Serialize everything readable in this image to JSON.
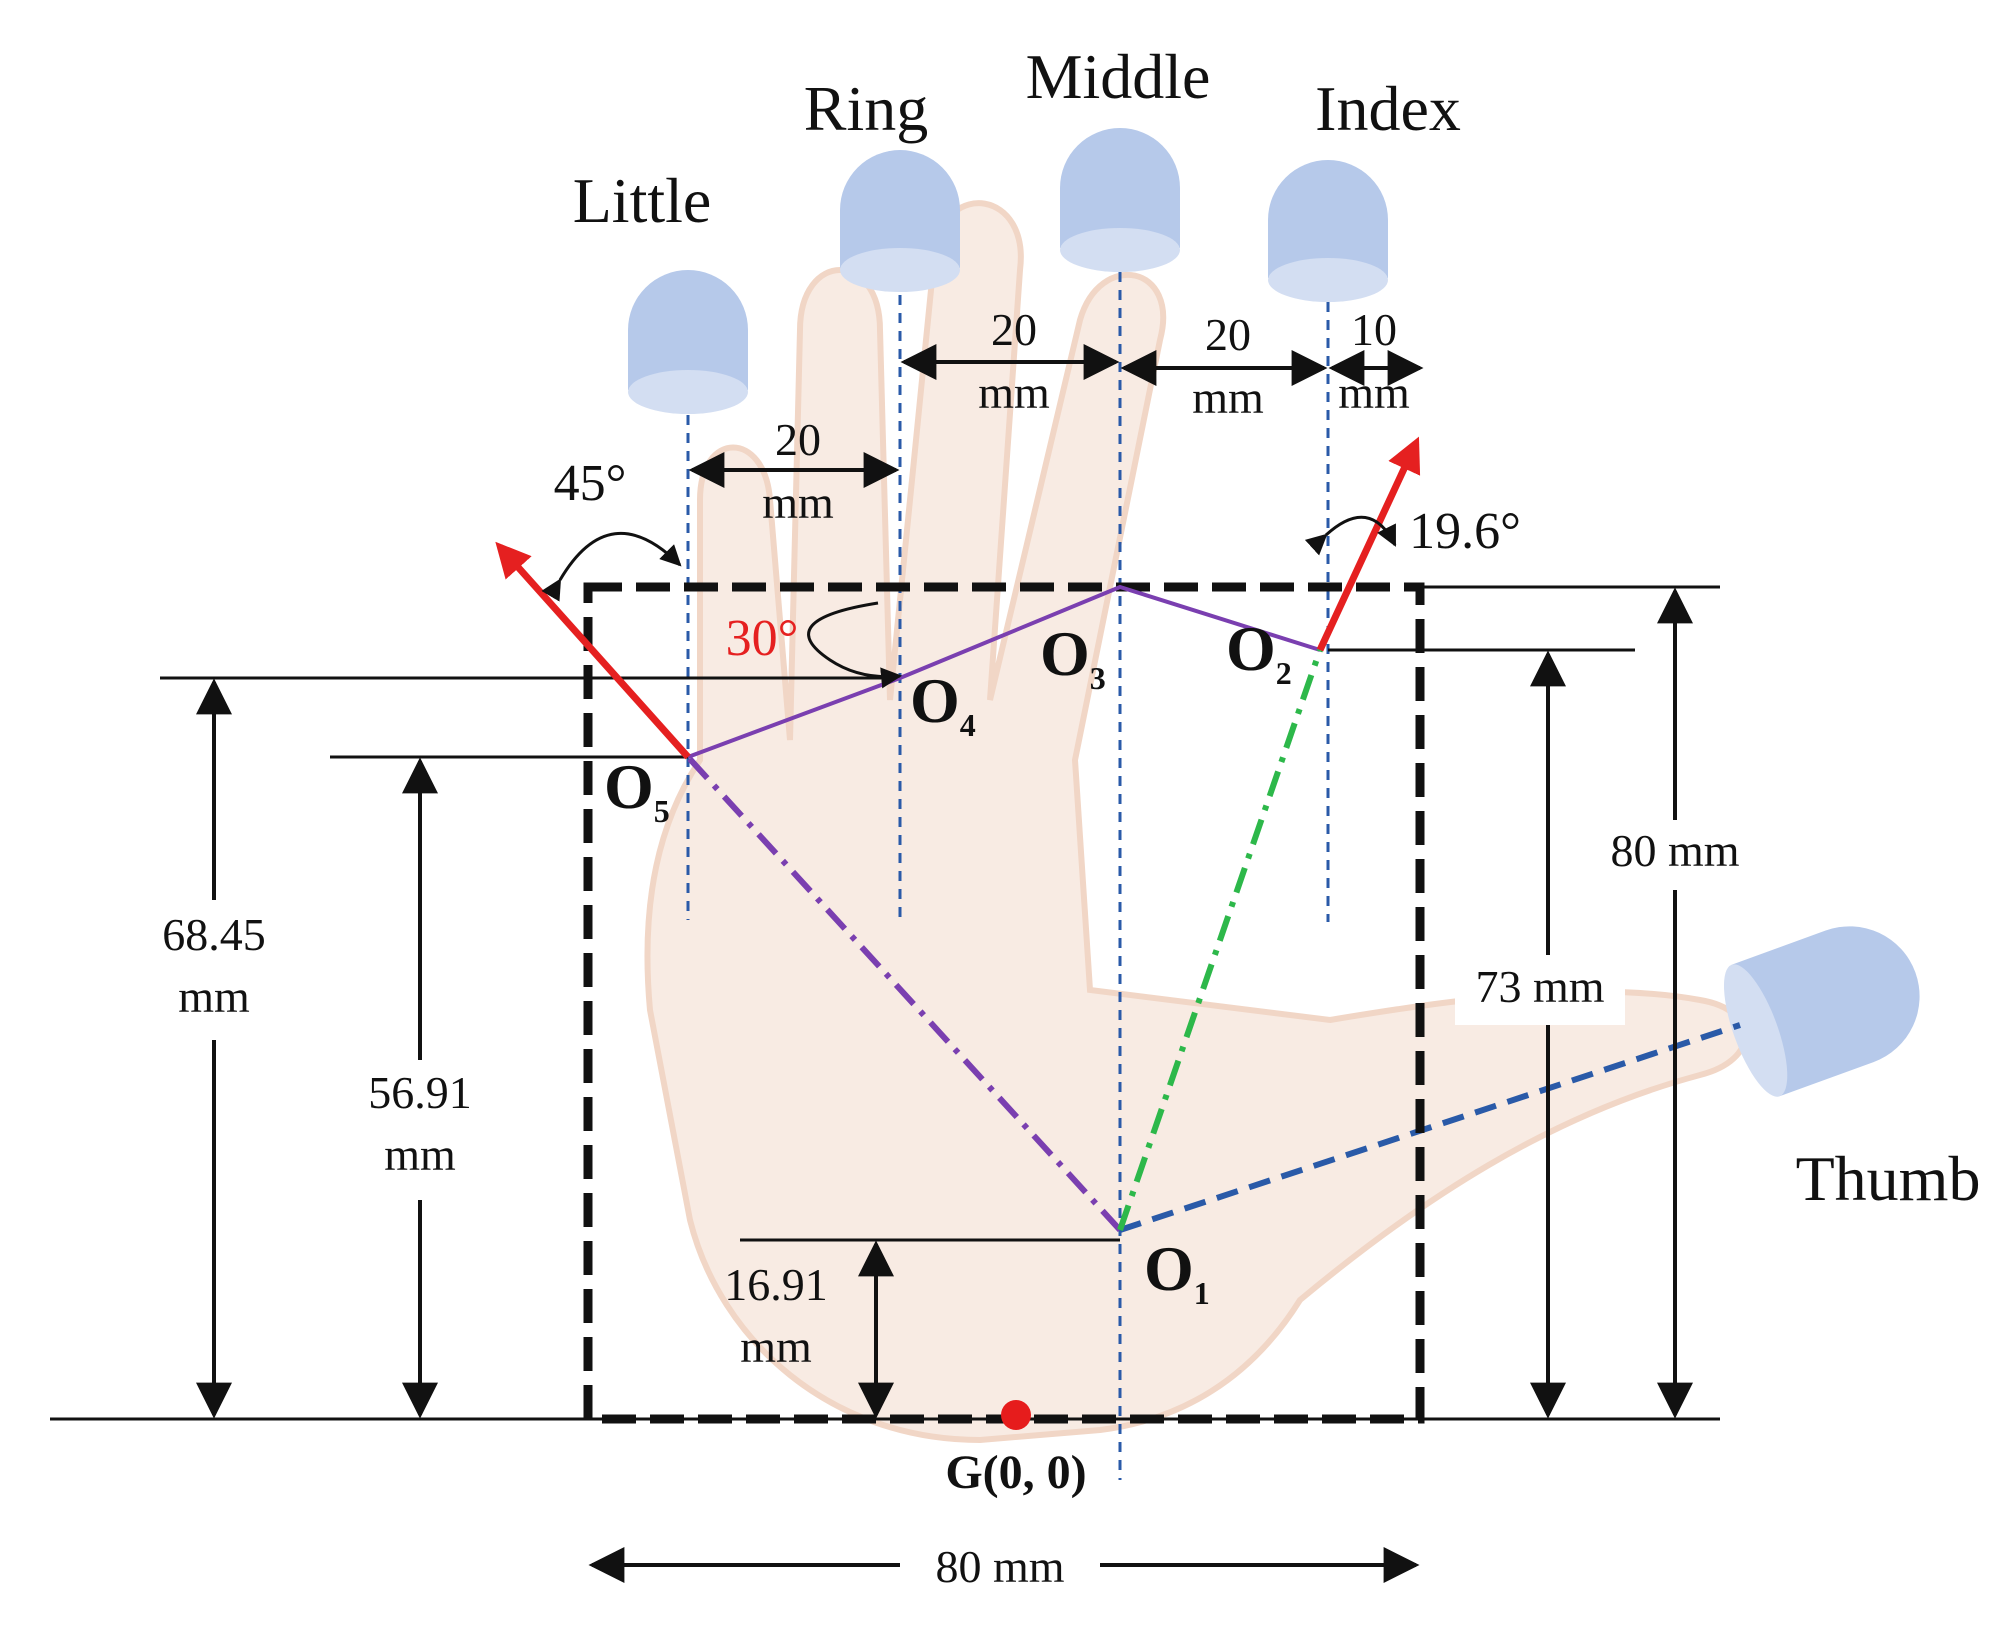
{
  "fingers": {
    "little": "Little",
    "ring": "Ring",
    "middle": "Middle",
    "index": "Index",
    "thumb": "Thumb"
  },
  "points": {
    "o1": {
      "letter": "O",
      "sub": "1"
    },
    "o2": {
      "letter": "O",
      "sub": "2"
    },
    "o3": {
      "letter": "O",
      "sub": "3"
    },
    "o4": {
      "letter": "O",
      "sub": "4"
    },
    "o5": {
      "letter": "O",
      "sub": "5"
    },
    "origin": "G(0, 0)"
  },
  "angles": {
    "little": "45°",
    "index": "19.6°",
    "ring_chain": "30°"
  },
  "spacing": {
    "little_ring": {
      "value": "20",
      "unit": "mm"
    },
    "ring_middle": {
      "value": "20",
      "unit": "mm"
    },
    "middle_index": {
      "value": "20",
      "unit": "mm"
    },
    "index_edge": {
      "value": "10",
      "unit": "mm"
    }
  },
  "heights": {
    "o4": {
      "value": "68.45",
      "unit": "mm"
    },
    "o5": {
      "value": "56.91",
      "unit": "mm"
    },
    "o1": {
      "value": "16.91",
      "unit": "mm"
    },
    "o2": "73 mm",
    "o3": "80 mm"
  },
  "width": "80 mm",
  "colors": {
    "fingertip": "#a9c0e6",
    "vector_arrow": "#e52020",
    "purple_chain": "#7a3fb0",
    "green_chain": "#2db84a",
    "blue_dashed": "#2a5aa8",
    "box": "#111111",
    "hand": "#f7e6dc",
    "origin_dot": "#e61c1c"
  }
}
